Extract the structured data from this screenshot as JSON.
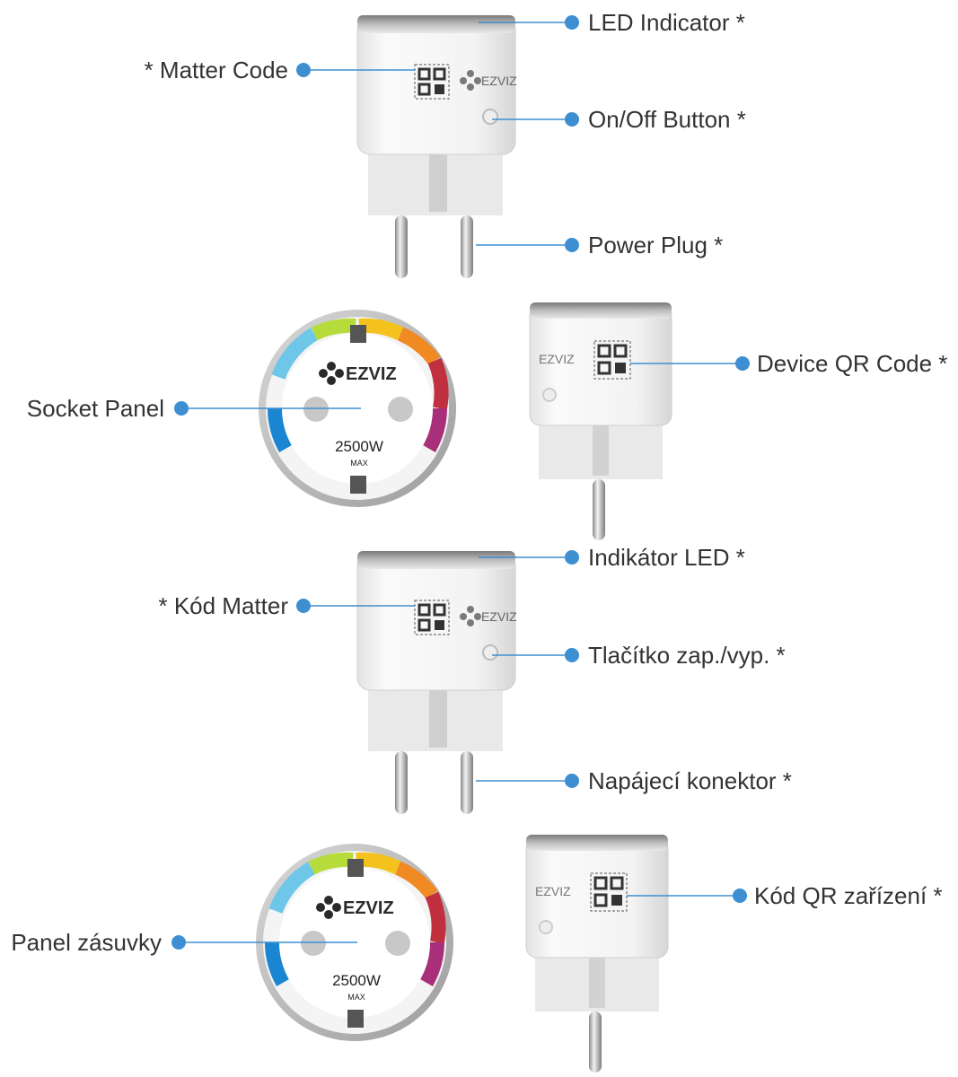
{
  "colors": {
    "callout": "#3d8fd1",
    "label_text": "#333333",
    "plug_body": "#f1f1f1",
    "brand_text": "#2b2b2b"
  },
  "brand": "EZVIZ",
  "socket_rating": "2500W",
  "socket_rating_unit": "MAX",
  "english": {
    "led_indicator": "LED Indicator *",
    "matter_code": "* Matter Code",
    "on_off_button": "On/Off Button *",
    "power_plug": "Power Plug *",
    "socket_panel": "Socket Panel",
    "device_qr_code": "Device QR Code *"
  },
  "czech": {
    "led_indicator": "Indikátor LED *",
    "matter_code": "* Kód Matter",
    "on_off_button": "Tlačítko zap./vyp. *",
    "power_plug": "Napájecí konektor *",
    "socket_panel": "Panel zásuvky",
    "device_qr_code": "Kód QR zařízení *"
  }
}
